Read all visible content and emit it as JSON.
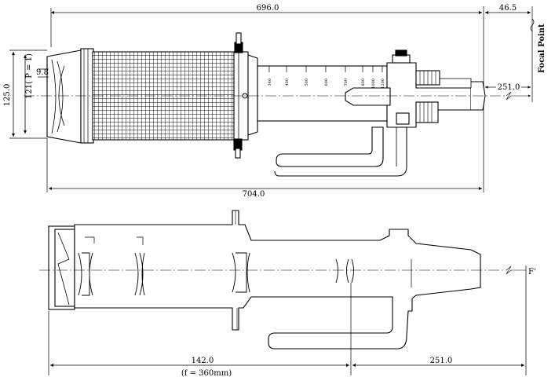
{
  "top_view": {
    "dim_overall_top": "696.0",
    "dim_right_top": "46.5",
    "focal_point_label": "Focal Point",
    "dim_rear_right": "251.0",
    "dim_height": "125.0",
    "dim_p1": "121( P = 1)",
    "dim_small": "9.8",
    "dim_overall_bottom": "704.0",
    "focus_scale_marks": [
      "340",
      "400",
      "500",
      "600",
      "700",
      "800",
      "1000",
      "1200"
    ]
  },
  "bottom_view": {
    "focal_label": "F'",
    "dim_front": "142.0",
    "dim_front_note": "(f = 360mm)",
    "dim_rear": "251.0"
  }
}
